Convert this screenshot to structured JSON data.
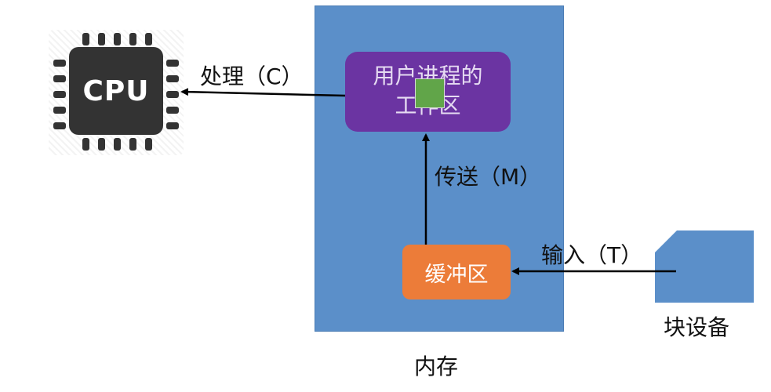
{
  "cpu": {
    "label": "CPU"
  },
  "memory": {
    "label": "内存"
  },
  "work_area": {
    "line1": "用户进程的",
    "line2": "工作区"
  },
  "buffer": {
    "label": "缓冲区"
  },
  "block_device": {
    "label": "块设备"
  },
  "edges": {
    "process": "处理（C）",
    "transfer": "传送（M）",
    "input": "输入（T）"
  },
  "colors": {
    "memory": "#5b8fc9",
    "work_area": "#6b34a2",
    "buffer": "#ec7c39",
    "block_device": "#5b8fc9",
    "cpu": "#333333",
    "data_block": "#61a549"
  }
}
